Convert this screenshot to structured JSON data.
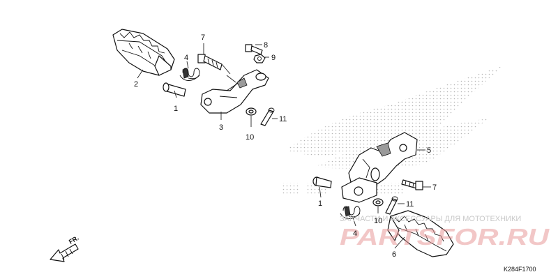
{
  "callouts": {
    "n1_top": "1",
    "n2": "2",
    "n3": "3",
    "n4_top": "4",
    "n7_top": "7",
    "n8": "8",
    "n9": "9",
    "n10_top": "10",
    "n11_top": "11",
    "n5": "5",
    "n7_bottom": "7",
    "n1_bottom": "1",
    "n11_bottom": "11",
    "n10_bottom": "10",
    "n4_bottom": "4",
    "n6": "6"
  },
  "direction_label": "FR.",
  "diagram_code": "K284F1700",
  "watermark": {
    "tagline": "ЗАПЧАСТИ И АКСЕССУАРЫ ДЛЯ МОТОТЕХНИКИ",
    "logo": "PARTSFOR.RU"
  },
  "colors": {
    "ink": "#111111",
    "background": "#ffffff",
    "watermark_logo": "#e89a9a",
    "watermark_pattern": "#b5b5b5"
  }
}
